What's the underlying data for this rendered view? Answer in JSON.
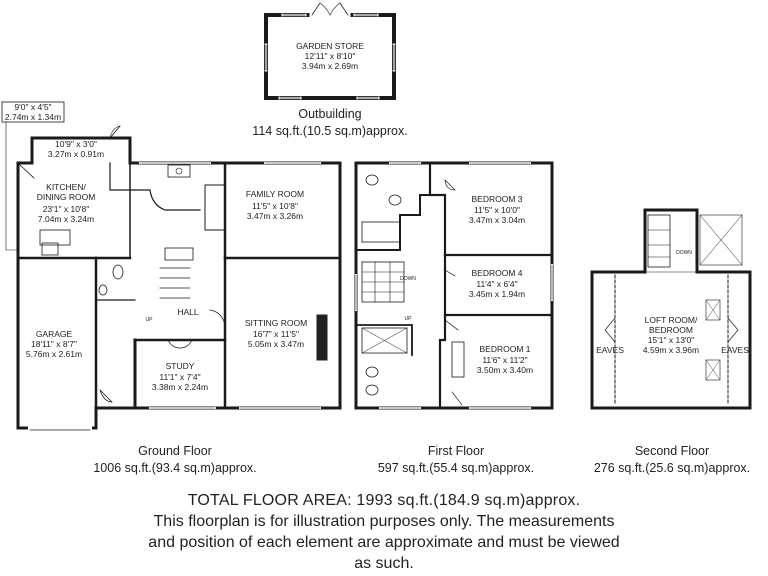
{
  "outbuilding": {
    "title": "Outbuilding",
    "area": "114 sq.ft.(10.5 sq.m)approx.",
    "garden_store": {
      "name": "GARDEN STORE",
      "imperial": "12'11\" x 8'10\"",
      "metric": "3.94m x 2.69m"
    }
  },
  "ground_floor": {
    "title": "Ground Floor",
    "area": "1006 sq.ft.(93.4 sq.m)approx.",
    "small_callout": {
      "imperial": "9'0\" x 4'5\"",
      "metric": "2.74m x 1.34m"
    },
    "porch_room": {
      "imperial": "10'9\" x 3'0\"",
      "metric": "3.27m x 0.91m"
    },
    "kitchen": {
      "name_line1": "KITCHEN/",
      "name_line2": "DINING ROOM",
      "imperial": "23'1\" x 10'8\"",
      "metric": "7.04m x 3.24m"
    },
    "family_room": {
      "name": "FAMILY ROOM",
      "imperial": "11'5\" x 10'8\"",
      "metric": "3.47m x 3.26m"
    },
    "hall": {
      "name": "HALL"
    },
    "garage": {
      "name": "GARAGE",
      "imperial": "18'11\" x 8'7\"",
      "metric": "5.76m x 2.61m"
    },
    "sitting_room": {
      "name": "SITTING ROOM",
      "imperial": "16'7\" x 11'5\"",
      "metric": "5.05m x 3.47m"
    },
    "study": {
      "name": "STUDY",
      "imperial": "11'1\" x 7'4\"",
      "metric": "3.38m x 2.24m"
    },
    "up_label": "UP"
  },
  "first_floor": {
    "title": "First Floor",
    "area": "597 sq.ft.(55.4 sq.m)approx.",
    "bedroom3": {
      "name": "BEDROOM 3",
      "imperial": "11'5\" x 10'0\"",
      "metric": "3.47m x 3.04m"
    },
    "bedroom4": {
      "name": "BEDROOM 4",
      "imperial": "11'4\" x 6'4\"",
      "metric": "3.45m x 1.94m"
    },
    "bedroom1": {
      "name": "BEDROOM 1",
      "imperial": "11'6\" x 11'2\"",
      "metric": "3.50m x 3.40m"
    },
    "down_label": "DOWN",
    "up_label": "UP"
  },
  "second_floor": {
    "title": "Second Floor",
    "area": "276 sq.ft.(25.6 sq.m)approx.",
    "loft": {
      "name_line1": "LOFT ROOM/",
      "name_line2": "BEDROOM",
      "imperial": "15'1\" x 13'0\"",
      "metric": "4.59m x 3.96m"
    },
    "eaves_label": "EAVES",
    "down_label": "DOWN"
  },
  "footer": {
    "total": "TOTAL FLOOR AREA: 1993 sq.ft.(184.9 sq.m)approx.",
    "disclaimer_line1": "This floorplan is for illustration purposes only. The measurements",
    "disclaimer_line2": "and position of each element are approximate and must be viewed",
    "disclaimer_line3": "as such."
  }
}
